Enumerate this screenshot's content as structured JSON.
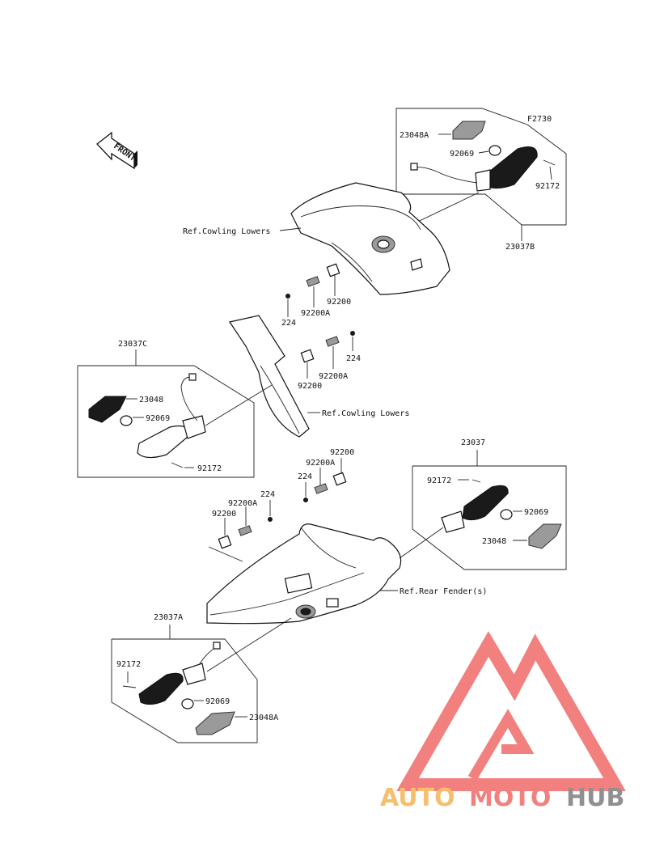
{
  "figure_code": "F2730",
  "front_label": "FRONT",
  "refs": {
    "cowling_lowers_top": "Ref.Cowling Lowers",
    "cowling_lowers_mid": "Ref.Cowling Lowers",
    "rear_fender": "Ref.Rear Fender(s)"
  },
  "assemblies": {
    "b": {
      "assembly": "23037B",
      "lens": "23048A",
      "bulb": "92069",
      "screw": "92172"
    },
    "c": {
      "assembly": "23037C",
      "lens": "23048",
      "bulb": "92069",
      "screw": "92172"
    },
    "plain": {
      "assembly": "23037",
      "lens": "23048",
      "bulb": "92069",
      "screw": "92172"
    },
    "a": {
      "assembly": "23037A",
      "lens": "23048A",
      "bulb": "92069",
      "screw": "92172"
    }
  },
  "fasteners": {
    "upper": {
      "a": "92200",
      "b": "92200A",
      "c": "224"
    },
    "middle": {
      "a": "92200",
      "b": "92200A",
      "c": "224"
    },
    "lower_right": {
      "a": "92200",
      "b": "92200A",
      "c": "224"
    },
    "lower_left": {
      "a": "92200",
      "b": "92200A",
      "c": "224"
    }
  },
  "watermark": {
    "auto": "AUTO",
    "moto": "MOTO",
    "hub": "HUB"
  },
  "colors": {
    "watermark_red": "#ef6a68",
    "watermark_orange": "#f5b455",
    "watermark_grey": "#7d7d7d"
  }
}
